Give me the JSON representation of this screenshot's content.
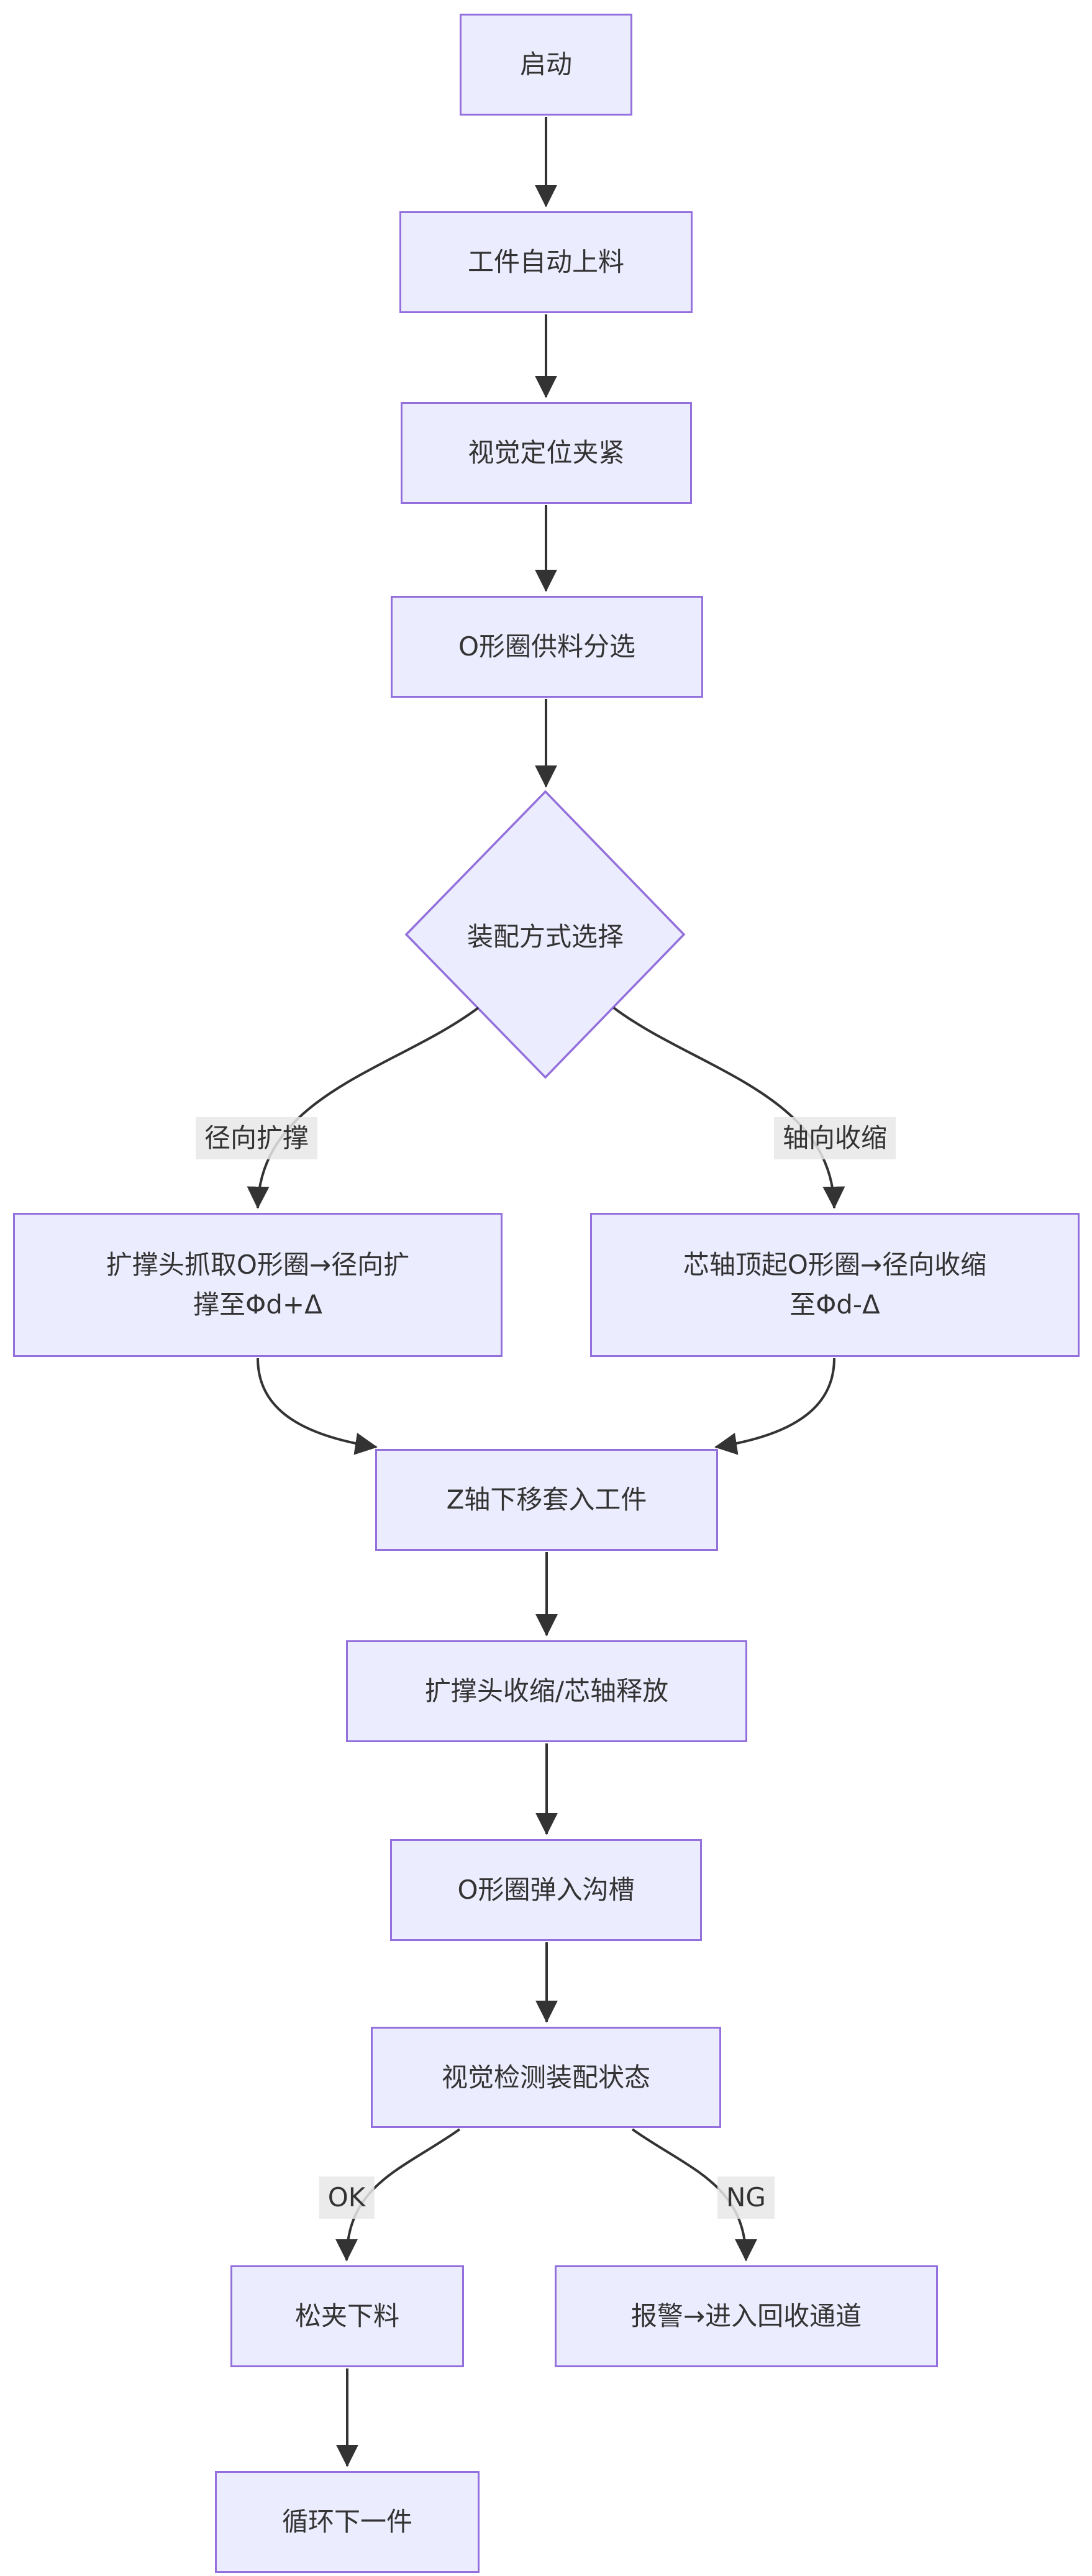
{
  "diagram": {
    "type": "flowchart-top-down",
    "background": "#ffffff",
    "colors": {
      "node_fill": "#ECECFF",
      "node_border": "#9370DB",
      "edge_line": "#333333",
      "edge_label_bg": "#e8e8e8",
      "text": "#333333"
    },
    "nodes": {
      "start": {
        "label": "启动",
        "shape": "rect"
      },
      "auto_load": {
        "label": "工件自动上料",
        "shape": "rect"
      },
      "vision_clamp": {
        "label": "视觉定位夹紧",
        "shape": "rect"
      },
      "oring_feed": {
        "label": "O形圈供料分选",
        "shape": "rect"
      },
      "method_select": {
        "label": "装配方式选择",
        "shape": "diamond"
      },
      "radial_expand": {
        "label": "扩撑头抓取O形圈→径向扩撑至Φd+Δ",
        "shape": "rect"
      },
      "axial_shrink": {
        "label": "芯轴顶起O形圈→径向收缩至Φd-Δ",
        "shape": "rect"
      },
      "z_insert": {
        "label": "Z轴下移套入工件",
        "shape": "rect"
      },
      "head_release": {
        "label": "扩撑头收缩/芯轴释放",
        "shape": "rect"
      },
      "snap_groove": {
        "label": "O形圈弹入沟槽",
        "shape": "rect"
      },
      "vision_inspect": {
        "label": "视觉检测装配状态",
        "shape": "rect"
      },
      "unclamp_unload": {
        "label": "松夹下料",
        "shape": "rect"
      },
      "alarm_recycle": {
        "label": "报警→进入回收通道",
        "shape": "rect"
      },
      "cycle_next": {
        "label": "循环下一件",
        "shape": "rect"
      }
    },
    "edge_labels": {
      "radial": "径向扩撑",
      "axial": "轴向收缩",
      "ok": "OK",
      "ng": "NG"
    },
    "edges": [
      {
        "from": "start",
        "to": "auto_load",
        "label": ""
      },
      {
        "from": "auto_load",
        "to": "vision_clamp",
        "label": ""
      },
      {
        "from": "vision_clamp",
        "to": "oring_feed",
        "label": ""
      },
      {
        "from": "oring_feed",
        "to": "method_select",
        "label": ""
      },
      {
        "from": "method_select",
        "to": "radial_expand",
        "label": "径向扩撑"
      },
      {
        "from": "method_select",
        "to": "axial_shrink",
        "label": "轴向收缩"
      },
      {
        "from": "radial_expand",
        "to": "z_insert",
        "label": ""
      },
      {
        "from": "axial_shrink",
        "to": "z_insert",
        "label": ""
      },
      {
        "from": "z_insert",
        "to": "head_release",
        "label": ""
      },
      {
        "from": "head_release",
        "to": "snap_groove",
        "label": ""
      },
      {
        "from": "snap_groove",
        "to": "vision_inspect",
        "label": ""
      },
      {
        "from": "vision_inspect",
        "to": "unclamp_unload",
        "label": "OK"
      },
      {
        "from": "vision_inspect",
        "to": "alarm_recycle",
        "label": "NG"
      },
      {
        "from": "unclamp_unload",
        "to": "cycle_next",
        "label": ""
      }
    ]
  }
}
